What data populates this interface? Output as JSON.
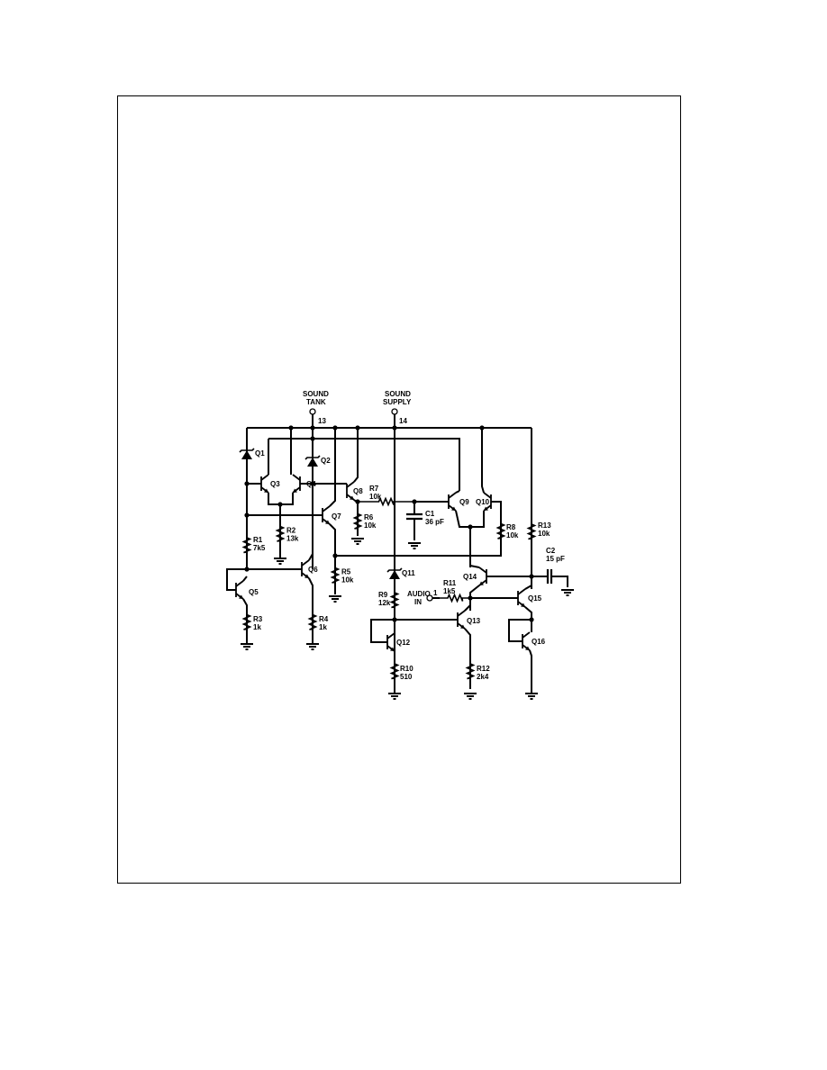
{
  "pins": {
    "sound_tank": {
      "line1": "SOUND",
      "line2": "TANK",
      "number": "13"
    },
    "sound_supply": {
      "line1": "SOUND",
      "line2": "SUPPLY",
      "number": "14"
    },
    "audio_in": {
      "line1": "AUDIO",
      "line2": "IN",
      "number": "1"
    }
  },
  "transistors": {
    "Q3": "Q3",
    "Q4": "Q4",
    "Q5": "Q5",
    "Q6": "Q6",
    "Q7": "Q7",
    "Q8": "Q8",
    "Q9": "Q9",
    "Q10": "Q10",
    "Q12": "Q12",
    "Q13": "Q13",
    "Q14": "Q14",
    "Q15": "Q15",
    "Q16": "Q16"
  },
  "zeners": {
    "Q1": "Q1",
    "Q2": "Q2",
    "Q11": "Q11"
  },
  "resistors": {
    "R1": {
      "name": "R1",
      "value": "7k5"
    },
    "R2": {
      "name": "R2",
      "value": "13k"
    },
    "R3": {
      "name": "R3",
      "value": "1k"
    },
    "R4": {
      "name": "R4",
      "value": "1k"
    },
    "R5": {
      "name": "R5",
      "value": "10k"
    },
    "R6": {
      "name": "R6",
      "value": "10k"
    },
    "R7": {
      "name": "R7",
      "value": "10k"
    },
    "R8": {
      "name": "R8",
      "value": "10k"
    },
    "R9": {
      "name": "R9",
      "value": "12k"
    },
    "R10": {
      "name": "R10",
      "value": "510"
    },
    "R11": {
      "name": "R11",
      "value": "1k5"
    },
    "R12": {
      "name": "R12",
      "value": "2k4"
    },
    "R13": {
      "name": "R13",
      "value": "10k"
    }
  },
  "capacitors": {
    "C1": {
      "name": "C1",
      "value": "36 pF"
    },
    "C2": {
      "name": "C2",
      "value": "15 pF"
    }
  }
}
